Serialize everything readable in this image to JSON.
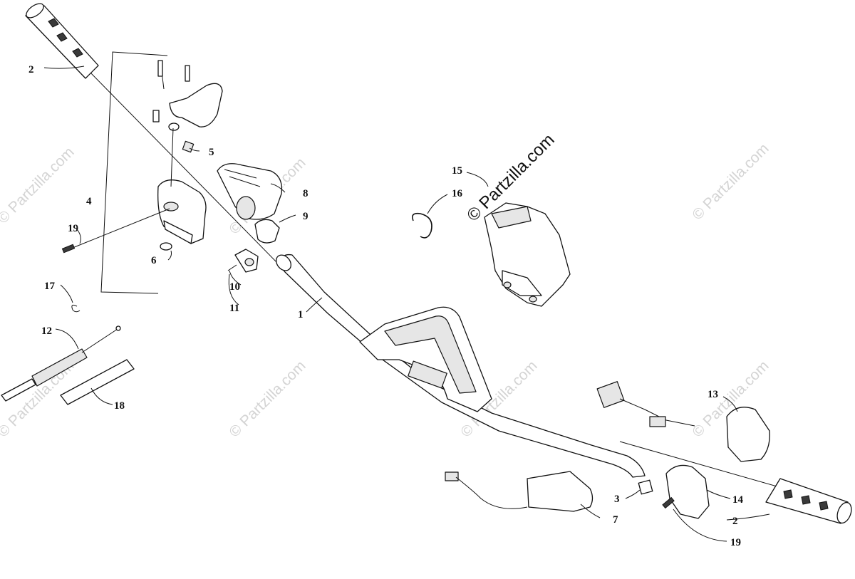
{
  "watermark": {
    "main": "© Partzilla.com",
    "repeat": "© Partzilla.com"
  },
  "callouts": {
    "c1": "1",
    "c2a": "2",
    "c2b": "2",
    "c3": "3",
    "c4": "4",
    "c5": "5",
    "c6": "6",
    "c7": "7",
    "c8": "8",
    "c9": "9",
    "c10": "10",
    "c11": "11",
    "c12": "12",
    "c13": "13",
    "c14": "14",
    "c15": "15",
    "c16": "16",
    "c17": "17",
    "c18": "18",
    "c19a": "19",
    "c19b": "19"
  }
}
